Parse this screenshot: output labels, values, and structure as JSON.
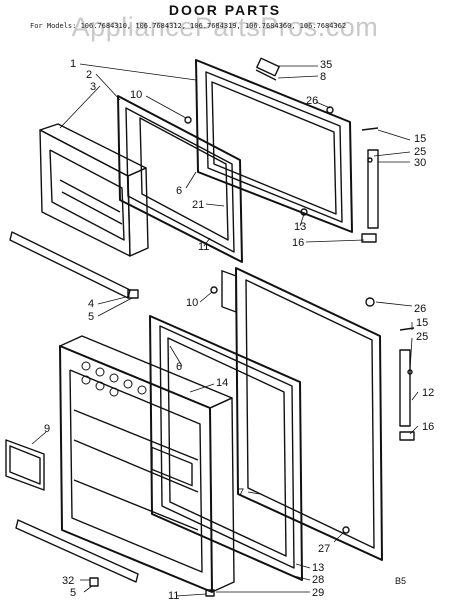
{
  "watermark": "AppliancePartsPros.com",
  "title": "DOOR PARTS",
  "models_text": "For Models: 106.7684310, 106.7684312, 106.7684319, 106.7684360, 106.7684362",
  "diagram_code": "B5",
  "callouts": [
    "1",
    "2",
    "3",
    "4",
    "5",
    "5",
    "6",
    "6",
    "7",
    "8",
    "9",
    "10",
    "10",
    "11",
    "11",
    "12",
    "13",
    "13",
    "14",
    "15",
    "15",
    "16",
    "16",
    "21",
    "25",
    "25",
    "26",
    "26",
    "27",
    "28",
    "29",
    "30",
    "32",
    "35"
  ]
}
